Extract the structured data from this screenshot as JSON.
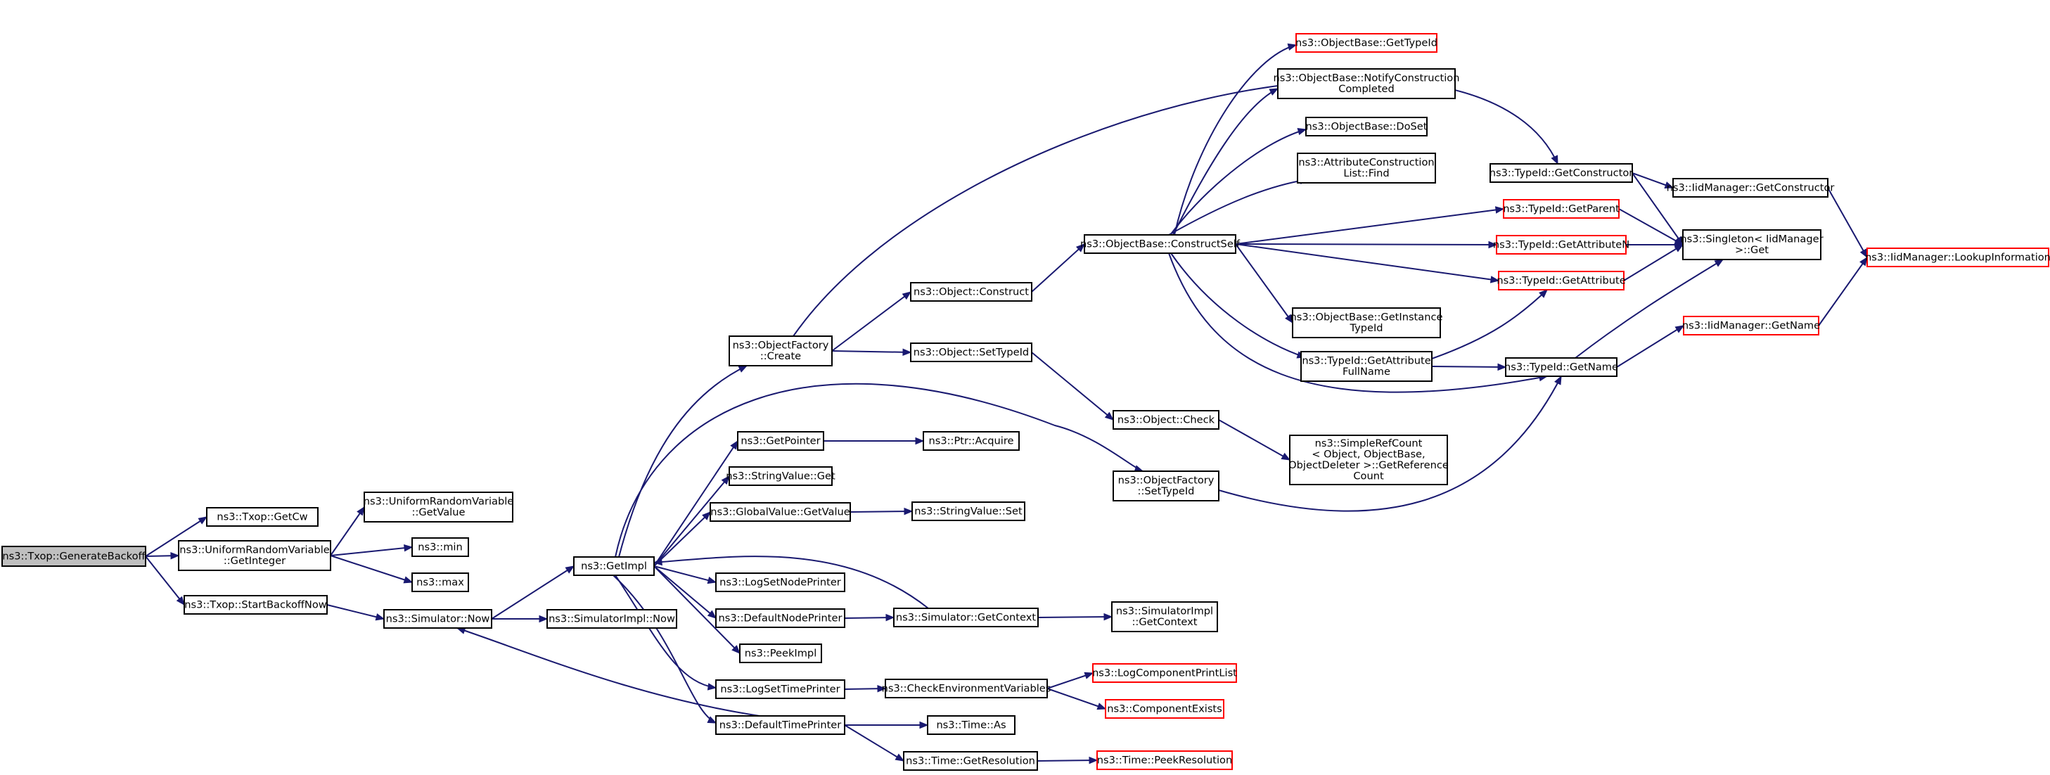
{
  "graph": {
    "style": {
      "edge_color": "#191970",
      "node_border": "#000000",
      "truncated_node_border": "#ff0000",
      "root_fill": "#bfbfbf",
      "background": "#ffffff"
    },
    "nodes": [
      {
        "id": "generate_backoff",
        "lines": [
          "ns3::Txop::GenerateBackoff"
        ],
        "root": true
      },
      {
        "id": "txop_getcw",
        "lines": [
          "ns3::Txop::GetCw"
        ]
      },
      {
        "id": "urv_getinteger",
        "lines": [
          "ns3::UniformRandomVariable",
          "::GetInteger"
        ]
      },
      {
        "id": "txop_startbackoffnow",
        "lines": [
          "ns3::Txop::StartBackoffNow"
        ]
      },
      {
        "id": "urv_getvalue",
        "lines": [
          "ns3::UniformRandomVariable",
          "::GetValue"
        ]
      },
      {
        "id": "min",
        "lines": [
          "ns3::min"
        ]
      },
      {
        "id": "max",
        "lines": [
          "ns3::max"
        ]
      },
      {
        "id": "simulator_now",
        "lines": [
          "ns3::Simulator::Now"
        ]
      },
      {
        "id": "getimpl",
        "lines": [
          "ns3::GetImpl"
        ]
      },
      {
        "id": "simulatorimpl_now",
        "lines": [
          "ns3::SimulatorImpl::Now"
        ]
      },
      {
        "id": "objectfactory_create",
        "lines": [
          "ns3::ObjectFactory",
          "::Create"
        ]
      },
      {
        "id": "getpointer",
        "lines": [
          "ns3::GetPointer"
        ]
      },
      {
        "id": "stringvalue_get",
        "lines": [
          "ns3::StringValue::Get"
        ]
      },
      {
        "id": "globalvalue_getvalue",
        "lines": [
          "ns3::GlobalValue::GetValue"
        ]
      },
      {
        "id": "logsetnodeprinter",
        "lines": [
          "ns3::LogSetNodePrinter"
        ]
      },
      {
        "id": "defaultnodeprinter",
        "lines": [
          "ns3::DefaultNodePrinter"
        ]
      },
      {
        "id": "peekimpl",
        "lines": [
          "ns3::PeekImpl"
        ]
      },
      {
        "id": "logsettimeprinter",
        "lines": [
          "ns3::LogSetTimePrinter"
        ]
      },
      {
        "id": "defaulttimeprinter",
        "lines": [
          "ns3::DefaultTimePrinter"
        ]
      },
      {
        "id": "object_construct",
        "lines": [
          "ns3::Object::Construct"
        ]
      },
      {
        "id": "object_settypeid",
        "lines": [
          "ns3::Object::SetTypeId"
        ]
      },
      {
        "id": "ptr_acquire",
        "lines": [
          "ns3::Ptr::Acquire"
        ]
      },
      {
        "id": "stringvalue_set",
        "lines": [
          "ns3::StringValue::Set"
        ]
      },
      {
        "id": "simulator_getcontext",
        "lines": [
          "ns3::Simulator::GetContext"
        ]
      },
      {
        "id": "checkenvvars",
        "lines": [
          "ns3::CheckEnvironmentVariables"
        ]
      },
      {
        "id": "time_as",
        "lines": [
          "ns3::Time::As"
        ]
      },
      {
        "id": "time_getresolution",
        "lines": [
          "ns3::Time::GetResolution"
        ]
      },
      {
        "id": "objectbase_constructself",
        "lines": [
          "ns3::ObjectBase::ConstructSelf"
        ]
      },
      {
        "id": "object_check",
        "lines": [
          "ns3::Object::Check"
        ]
      },
      {
        "id": "objectfactory_settypeid",
        "lines": [
          "ns3::ObjectFactory",
          "::SetTypeId"
        ]
      },
      {
        "id": "simulatorimpl_getcontext",
        "lines": [
          "ns3::SimulatorImpl",
          "::GetContext"
        ]
      },
      {
        "id": "logcomponentprintlist",
        "lines": [
          "ns3::LogComponentPrintList"
        ],
        "truncated": true
      },
      {
        "id": "componentexists",
        "lines": [
          "ns3::ComponentExists"
        ],
        "truncated": true
      },
      {
        "id": "time_peekresolution",
        "lines": [
          "ns3::Time::PeekResolution"
        ],
        "truncated": true
      },
      {
        "id": "objectbase_gettypeid",
        "lines": [
          "ns3::ObjectBase::GetTypeId"
        ],
        "truncated": true
      },
      {
        "id": "objectbase_notify",
        "lines": [
          "ns3::ObjectBase::NotifyConstruction",
          "Completed"
        ]
      },
      {
        "id": "objectbase_doset",
        "lines": [
          "ns3::ObjectBase::DoSet"
        ]
      },
      {
        "id": "attrconstructionlist_find",
        "lines": [
          "ns3::AttributeConstruction",
          "List::Find"
        ]
      },
      {
        "id": "objectbase_getinstancetypeid",
        "lines": [
          "ns3::ObjectBase::GetInstance",
          "TypeId"
        ]
      },
      {
        "id": "typeid_getattributefullname",
        "lines": [
          "ns3::TypeId::GetAttribute",
          "FullName"
        ]
      },
      {
        "id": "simplerefcount",
        "lines": [
          "ns3::SimpleRefCount",
          "< Object, ObjectBase,",
          "ObjectDeleter >::GetReference",
          "Count"
        ]
      },
      {
        "id": "typeid_getconstructor",
        "lines": [
          "ns3::TypeId::GetConstructor"
        ]
      },
      {
        "id": "typeid_getparent",
        "lines": [
          "ns3::TypeId::GetParent"
        ],
        "truncated": true
      },
      {
        "id": "typeid_getattributen",
        "lines": [
          "ns3::TypeId::GetAttributeN"
        ],
        "truncated": true
      },
      {
        "id": "typeid_getattribute",
        "lines": [
          "ns3::TypeId::GetAttribute"
        ],
        "truncated": true
      },
      {
        "id": "typeid_getname",
        "lines": [
          "ns3::TypeId::GetName"
        ]
      },
      {
        "id": "iidmanager_getconstructor",
        "lines": [
          "ns3::IidManager::GetConstructor"
        ]
      },
      {
        "id": "singleton_get",
        "lines": [
          "ns3::Singleton< IidManager",
          " >::Get"
        ]
      },
      {
        "id": "iidmanager_getname",
        "lines": [
          "ns3::IidManager::GetName"
        ],
        "truncated": true
      },
      {
        "id": "iidmanager_lookupinformation",
        "lines": [
          "ns3::IidManager::LookupInformation"
        ],
        "truncated": true
      }
    ],
    "edges": [
      [
        "generate_backoff",
        "txop_getcw"
      ],
      [
        "generate_backoff",
        "urv_getinteger"
      ],
      [
        "generate_backoff",
        "txop_startbackoffnow"
      ],
      [
        "urv_getinteger",
        "urv_getvalue"
      ],
      [
        "urv_getinteger",
        "min"
      ],
      [
        "urv_getinteger",
        "max"
      ],
      [
        "txop_startbackoffnow",
        "simulator_now"
      ],
      [
        "simulator_now",
        "getimpl"
      ],
      [
        "simulator_now",
        "simulatorimpl_now"
      ],
      [
        "getimpl",
        "objectfactory_create"
      ],
      [
        "getimpl",
        "getpointer"
      ],
      [
        "getimpl",
        "stringvalue_get"
      ],
      [
        "getimpl",
        "globalvalue_getvalue"
      ],
      [
        "getimpl",
        "logsetnodeprinter"
      ],
      [
        "getimpl",
        "defaultnodeprinter"
      ],
      [
        "getimpl",
        "peekimpl"
      ],
      [
        "getimpl",
        "logsettimeprinter"
      ],
      [
        "getimpl",
        "defaulttimeprinter"
      ],
      [
        "getimpl",
        "objectfactory_settypeid"
      ],
      [
        "objectfactory_create",
        "object_construct"
      ],
      [
        "objectfactory_create",
        "object_settypeid"
      ],
      [
        "objectfactory_create",
        "typeid_getconstructor"
      ],
      [
        "getpointer",
        "ptr_acquire"
      ],
      [
        "globalvalue_getvalue",
        "stringvalue_set"
      ],
      [
        "defaultnodeprinter",
        "simulator_getcontext"
      ],
      [
        "simulator_getcontext",
        "getimpl"
      ],
      [
        "simulator_getcontext",
        "simulatorimpl_getcontext"
      ],
      [
        "logsettimeprinter",
        "checkenvvars"
      ],
      [
        "defaulttimeprinter",
        "simulator_now"
      ],
      [
        "defaulttimeprinter",
        "time_as"
      ],
      [
        "defaulttimeprinter",
        "time_getresolution"
      ],
      [
        "checkenvvars",
        "logcomponentprintlist"
      ],
      [
        "checkenvvars",
        "componentexists"
      ],
      [
        "time_getresolution",
        "time_peekresolution"
      ],
      [
        "object_construct",
        "objectbase_constructself"
      ],
      [
        "object_settypeid",
        "object_check"
      ],
      [
        "object_check",
        "simplerefcount"
      ],
      [
        "objectfactory_settypeid",
        "typeid_getname"
      ],
      [
        "objectbase_constructself",
        "objectbase_gettypeid"
      ],
      [
        "objectbase_constructself",
        "objectbase_notify"
      ],
      [
        "objectbase_constructself",
        "objectbase_doset"
      ],
      [
        "objectbase_constructself",
        "attrconstructionlist_find"
      ],
      [
        "objectbase_constructself",
        "typeid_getparent"
      ],
      [
        "objectbase_constructself",
        "typeid_getattributen"
      ],
      [
        "objectbase_constructself",
        "typeid_getattribute"
      ],
      [
        "objectbase_constructself",
        "objectbase_getinstancetypeid"
      ],
      [
        "objectbase_constructself",
        "typeid_getattributefullname"
      ],
      [
        "objectbase_constructself",
        "typeid_getname"
      ],
      [
        "typeid_getattributefullname",
        "typeid_getattribute"
      ],
      [
        "typeid_getattributefullname",
        "typeid_getname"
      ],
      [
        "typeid_getconstructor",
        "iidmanager_getconstructor"
      ],
      [
        "typeid_getconstructor",
        "singleton_get"
      ],
      [
        "typeid_getparent",
        "singleton_get"
      ],
      [
        "typeid_getattributen",
        "singleton_get"
      ],
      [
        "typeid_getattribute",
        "singleton_get"
      ],
      [
        "typeid_getname",
        "singleton_get"
      ],
      [
        "typeid_getname",
        "iidmanager_getname"
      ],
      [
        "iidmanager_getconstructor",
        "iidmanager_lookupinformation"
      ],
      [
        "iidmanager_getname",
        "iidmanager_lookupinformation"
      ]
    ]
  }
}
